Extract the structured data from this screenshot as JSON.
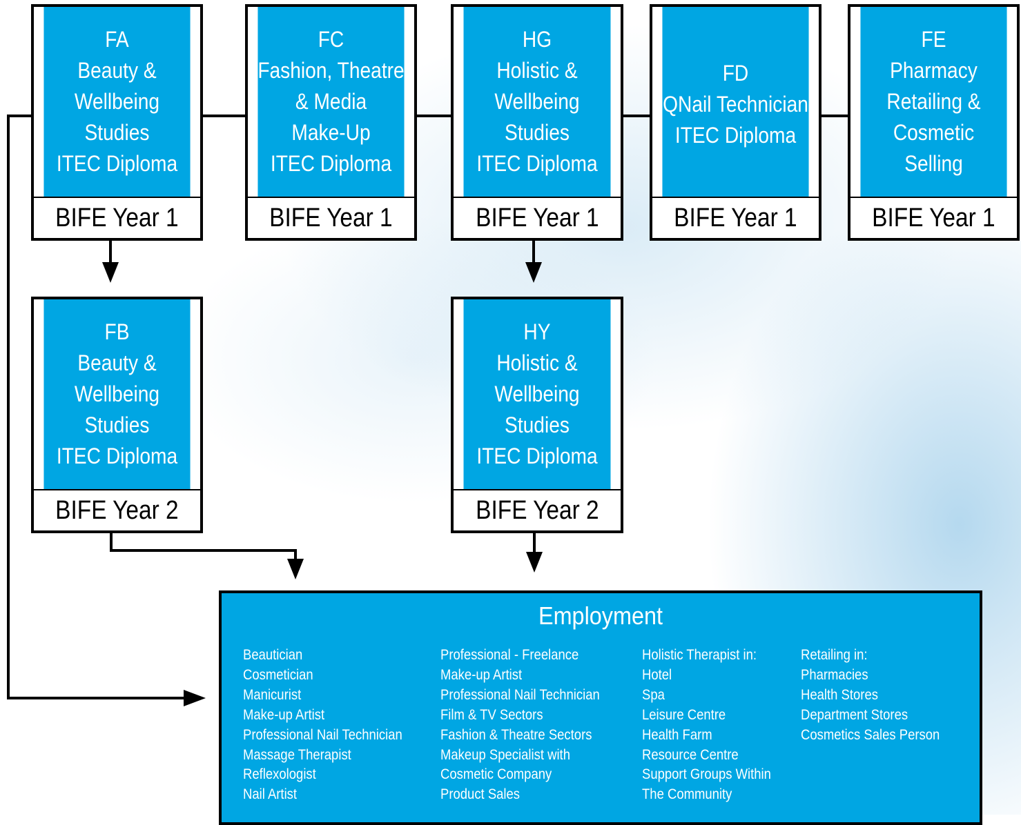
{
  "courses": [
    {
      "code": "FA",
      "lines": [
        "Beauty &",
        "Wellbeing",
        "Studies",
        "ITEC Diploma"
      ],
      "level": "BIFE Year 1"
    },
    {
      "code": "FC",
      "lines": [
        "Fashion, Theatre",
        "& Media",
        "Make-Up",
        "ITEC Diploma"
      ],
      "level": "BIFE Year 1"
    },
    {
      "code": "HG",
      "lines": [
        "Holistic &",
        "Wellbeing",
        "Studies",
        "ITEC Diploma"
      ],
      "level": "BIFE Year 1"
    },
    {
      "code": "FD",
      "lines": [
        "QNail Technician",
        "ITEC Diploma"
      ],
      "level": "BIFE Year 1"
    },
    {
      "code": "FE",
      "lines": [
        "Pharmacy",
        "Retailing &",
        "Cosmetic",
        "Selling"
      ],
      "level": "BIFE Year 1"
    },
    {
      "code": "FB",
      "lines": [
        "Beauty &",
        "Wellbeing",
        "Studies",
        "ITEC Diploma"
      ],
      "level": "BIFE Year 2"
    },
    {
      "code": "HY",
      "lines": [
        "Holistic &",
        "Wellbeing",
        "Studies",
        "ITEC Diploma"
      ],
      "level": "BIFE Year 2"
    }
  ],
  "employment": {
    "title": "Employment",
    "columns": [
      [
        "Beautician",
        "Cosmetician",
        "Manicurist",
        "Make-up Artist",
        "Professional Nail Technician",
        "Massage Therapist",
        "Reflexologist",
        "Nail Artist"
      ],
      [
        "Professional - Freelance",
        "Make-up Artist",
        "Professional Nail Technician",
        "Film & TV Sectors",
        "Fashion & Theatre Sectors",
        "Makeup Specialist with",
        "Cosmetic Company",
        "Product Sales"
      ],
      [
        "Holistic Therapist in:",
        "Hotel",
        "Spa",
        "Leisure Centre",
        "Health Farm",
        "Resource Centre",
        "Support Groups Within",
        "The Community"
      ],
      [
        "Retailing in:",
        "Pharmacies",
        "Health Stores",
        "Department Stores",
        "Cosmetics Sales Person"
      ]
    ]
  },
  "colors": {
    "box_fill": "#00a6e3",
    "text_light": "#ffffff",
    "border": "#000000"
  }
}
